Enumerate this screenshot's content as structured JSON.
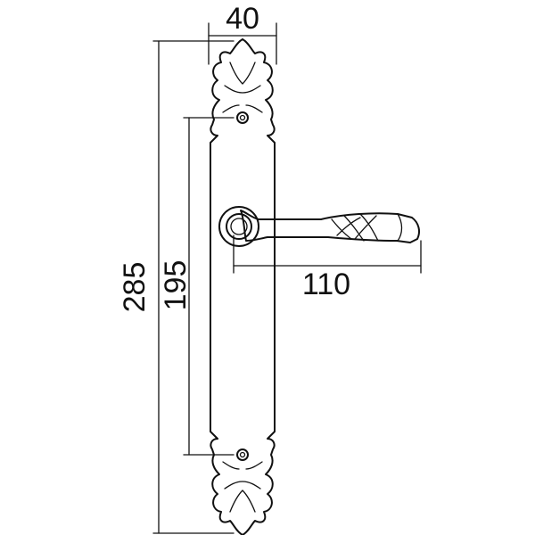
{
  "dimensions": {
    "width_top": "40",
    "total_height": "285",
    "screw_spacing": "195",
    "lever_length": "110"
  },
  "colors": {
    "stroke": "#111111",
    "background": "#ffffff"
  }
}
